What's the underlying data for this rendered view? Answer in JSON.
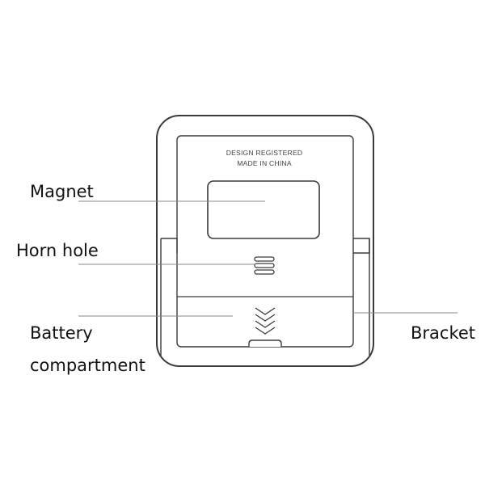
{
  "imprint": {
    "line1": "DESIGN REGISTERED",
    "line2": "MADE IN CHINA"
  },
  "labels": {
    "magnet": "Magnet",
    "horn_hole": "Horn hole",
    "battery_line1": "Battery",
    "battery_line2": "compartment",
    "bracket": "Bracket"
  },
  "colors": {
    "outline": "#3a3a3a",
    "leader": "#8a8a8a",
    "text": "#111111",
    "background": "#ffffff"
  },
  "icons": {
    "horn": "speaker-grille-slots",
    "battery_latch": "down-chevrons"
  }
}
